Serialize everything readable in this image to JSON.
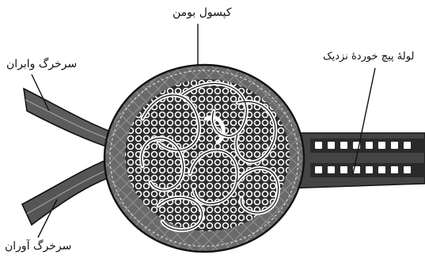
{
  "labels": {
    "bowman_capsule": "کپسول بومن",
    "efferent_arteriole": "سرخرگ وابران",
    "proximal_tubule": "لولهٔ پیچ خوردهٔ نزدیک",
    "afferent_arteriole": "سرخرگ آوران"
  },
  "colors": {
    "ink": "#111111",
    "capsule_fill": "#6a6a6a",
    "vessel_fill": "#555555",
    "tubule_fill": "#444444",
    "paper": "#ffffff"
  }
}
